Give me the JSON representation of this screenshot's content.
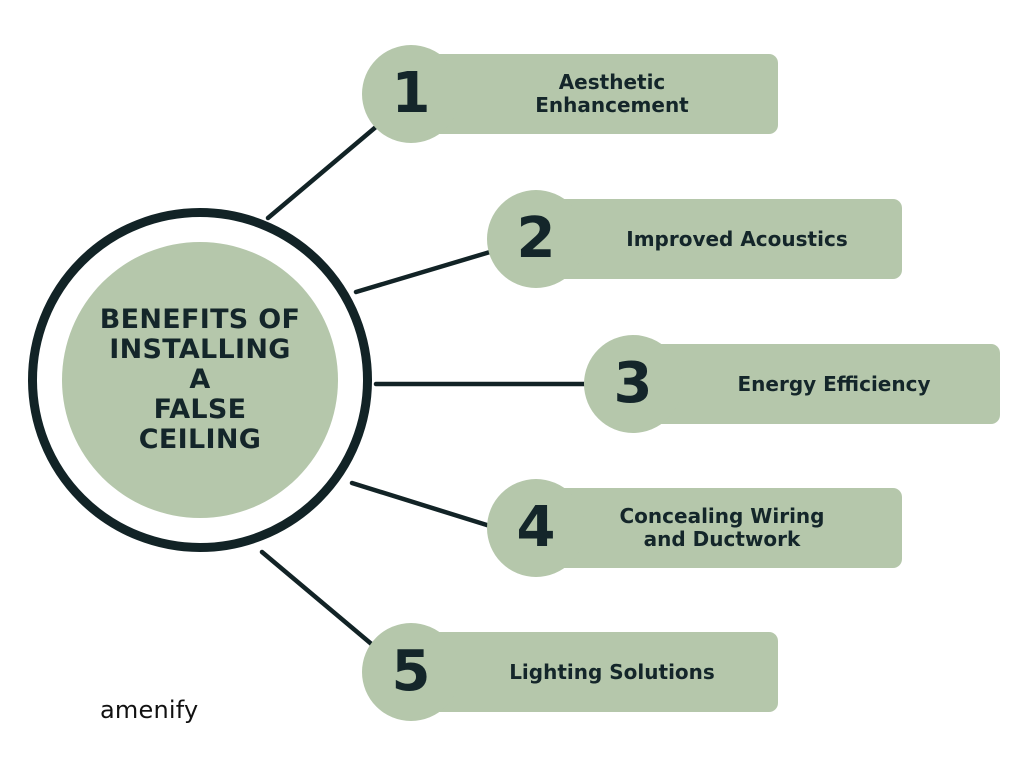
{
  "diagram": {
    "title": "BENEFITS OF\nINSTALLING\nA\nFALSE\nCEILING",
    "benefits": [
      {
        "number": "1",
        "label": "Aesthetic\nEnhancement"
      },
      {
        "number": "2",
        "label": "Improved Acoustics"
      },
      {
        "number": "3",
        "label": "Energy Efficiency"
      },
      {
        "number": "4",
        "label": "Concealing Wiring\nand Ductwork"
      },
      {
        "number": "5",
        "label": "Lighting Solutions"
      }
    ]
  },
  "brand": {
    "name": "amenify"
  },
  "colors": {
    "accent": "#b5c7ab",
    "ink": "#122326",
    "background": "#ffffff"
  }
}
